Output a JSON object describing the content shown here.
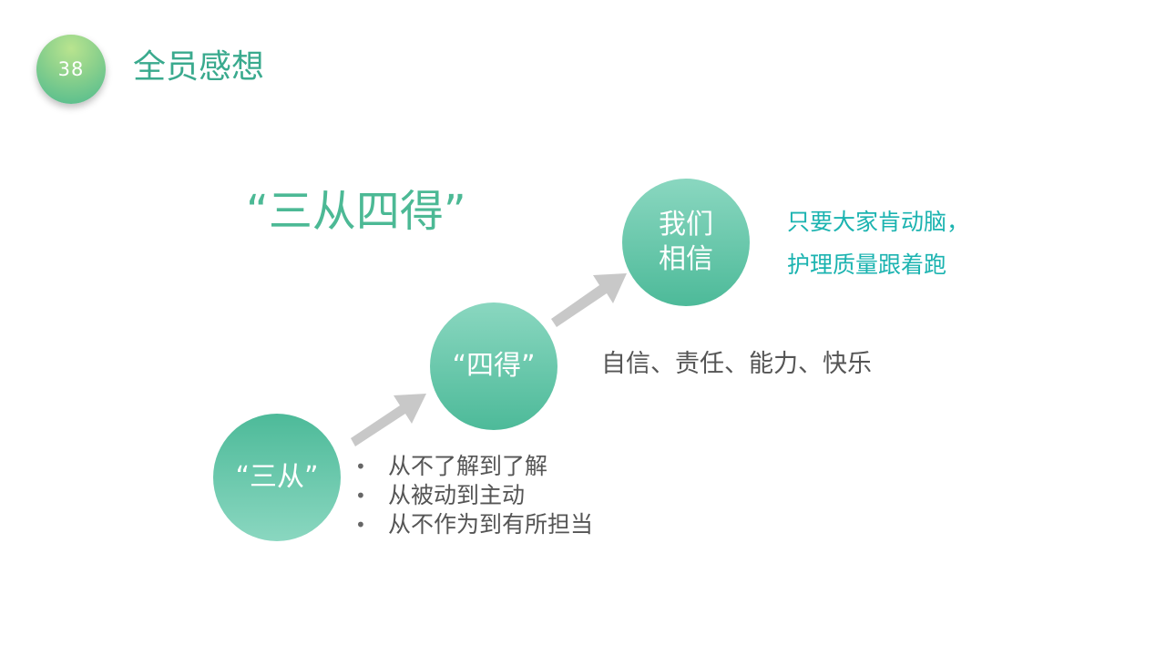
{
  "page_number": "38",
  "title": "全员感想",
  "heading": "“三从四得”",
  "diagram": {
    "steps": [
      {
        "label": "“三从”"
      },
      {
        "label": "“四得”"
      },
      {
        "label_lines": [
          "我们",
          "相信"
        ]
      }
    ],
    "sancong_points": [
      "从不了解到了解",
      "从被动到主动",
      "从不作为到有所担当"
    ],
    "side_text": "自信、责任、能力、快乐",
    "believe_lines": [
      "只要大家肯动脑，",
      "护理质量跟着跑"
    ]
  },
  "colors": {
    "title": "#3aaa8e",
    "heading": "#4cb995",
    "circle_light": "#8ad7c0",
    "circle_dark": "#4dba99",
    "believe_text": "#1bb3b0",
    "body_text": "#555555",
    "arrow": "#c8c8c8"
  }
}
